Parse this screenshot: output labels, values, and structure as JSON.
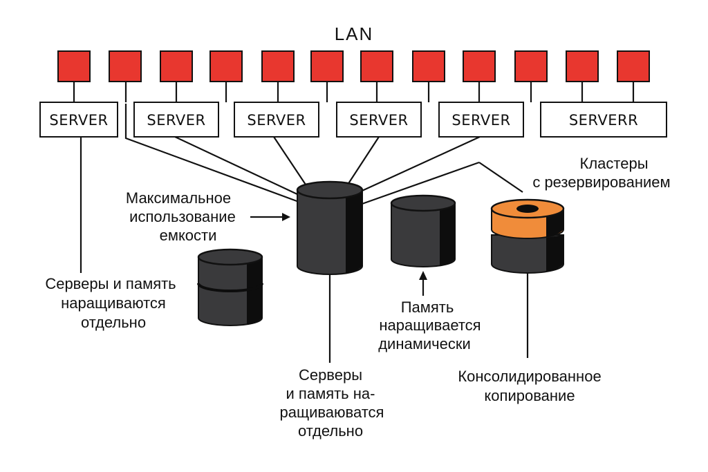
{
  "lan": {
    "label": "LAN"
  },
  "servers": [
    {
      "label": "SERVER"
    },
    {
      "label": "SERVER"
    },
    {
      "label": "SERVER"
    },
    {
      "label": "SERVER"
    },
    {
      "label": "SERVER"
    },
    {
      "label": "SERVERR"
    }
  ],
  "colors": {
    "node": "#e8372f",
    "cylinder": "#3a3a3c",
    "cylinder_dark": "#0d0d0d",
    "ring": "#f08c3a",
    "line": "#111111"
  },
  "labels": {
    "max_use": [
      "Максимальное",
      "использование",
      "емкости"
    ],
    "clusters": [
      "Кластеры",
      "с резервированием"
    ],
    "separate_left": [
      "Серверы и память",
      "наращиваются",
      "отдельно"
    ],
    "separate_center": [
      "Серверы",
      "и память на-",
      "ращиваюватся",
      "отдельно"
    ],
    "dynamic": [
      "Память",
      "наращивается",
      "динамически"
    ],
    "consolidated": [
      "Консолидированное",
      "копирование"
    ]
  }
}
